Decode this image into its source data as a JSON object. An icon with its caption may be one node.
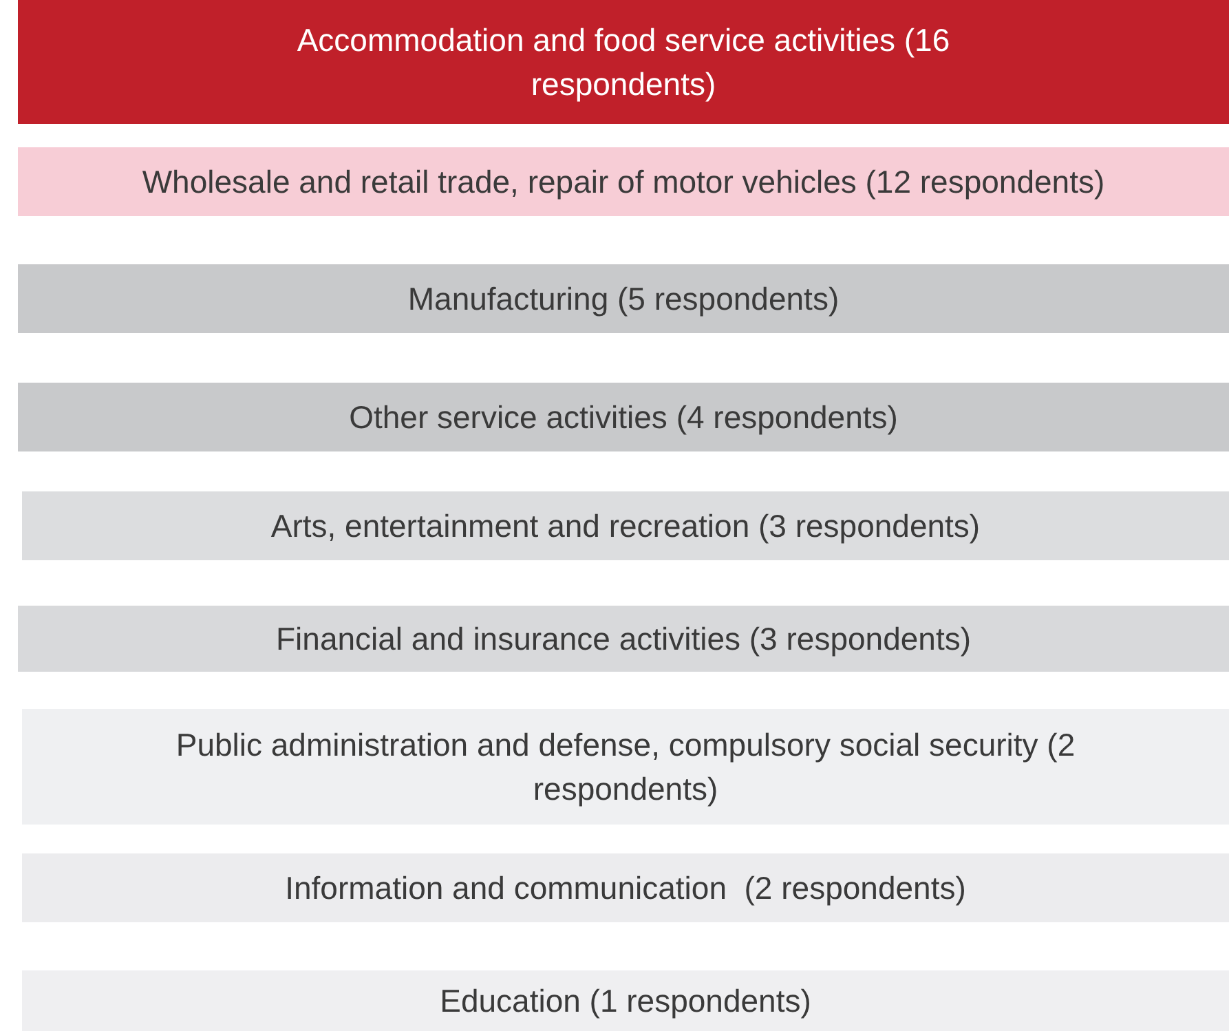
{
  "diagram": {
    "nodes": [
      {
        "text": [
          "Accommodation and food service activities (16 respondents)"
        ]
      },
      {
        "text": [
          "Wholesale and retail trade, repair of motor vehicles (12 respondents)"
        ]
      },
      {
        "text": [
          "Manufacturing (5 respondents)"
        ]
      },
      {
        "text": [
          "Other service activities (4 respondents)"
        ]
      },
      {
        "text": [
          "Arts, entertainment and recreation (3 respondents)"
        ]
      },
      {
        "text": [
          "Financial and insurance activities (3 respondents)"
        ]
      },
      {
        "text": [
          "Public administration and defense, compulsory social security (2 respondents)"
        ]
      },
      {
        "text": [
          "Information and communication  (2 respondents)"
        ]
      },
      {
        "text": [
          "Education (1 respondents)"
        ]
      }
    ]
  }
}
